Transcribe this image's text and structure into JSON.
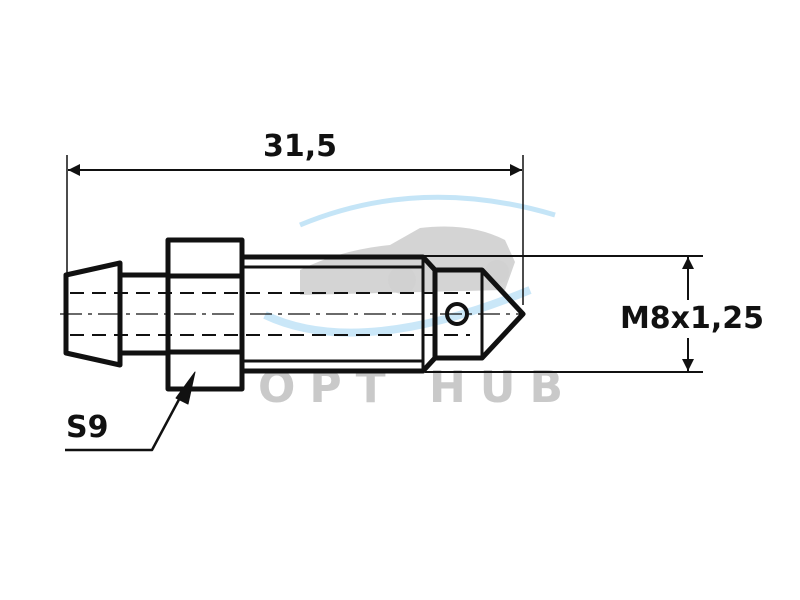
{
  "drawing": {
    "length_dimension": "31,5",
    "thread_dimension": "M8x1,25",
    "wrench_size": "S9"
  },
  "watermark": {
    "text": "OPT HUB"
  },
  "colors": {
    "line": "#111111",
    "watermark_gray": "#b8b8b8",
    "watermark_blue": "#9fd3f2"
  }
}
